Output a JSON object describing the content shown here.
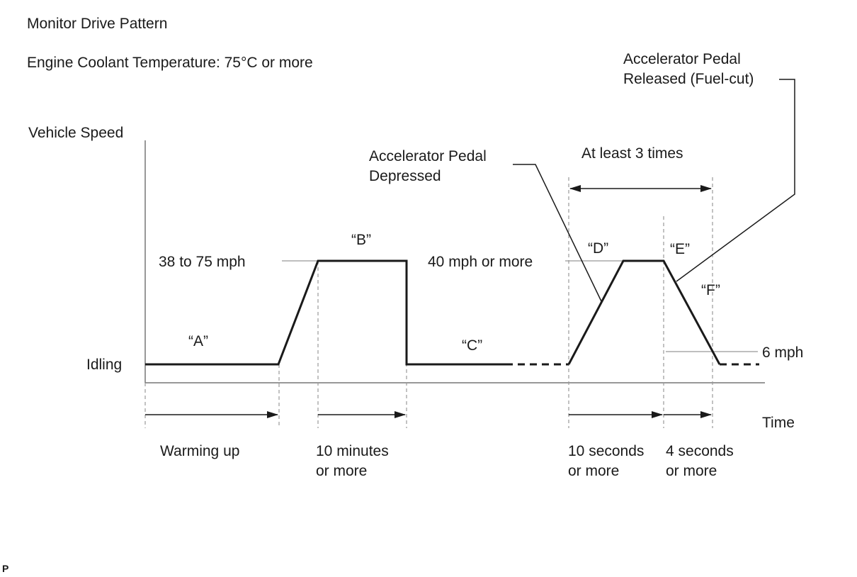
{
  "title": "Monitor Drive Pattern",
  "condition": "Engine Coolant Temperature: 75°C or more",
  "axes": {
    "y_label": "Vehicle Speed",
    "x_label": "Time"
  },
  "speed_levels": {
    "idling": "Idling",
    "b_range": "38 to 75 mph",
    "d_range": "40 mph or more",
    "f_threshold": "6 mph"
  },
  "phases": {
    "a": "“A”",
    "b": "“B”",
    "c": "“C”",
    "d": "“D”",
    "e": "“E”",
    "f": "“F”"
  },
  "annotations": {
    "pedal_depressed": [
      "Accelerator Pedal",
      "Depressed"
    ],
    "pedal_released": [
      "Accelerator Pedal",
      "Released (Fuel-cut)"
    ],
    "repeat": "At least 3 times"
  },
  "durations": {
    "warming": "Warming up",
    "ten_minutes": [
      "10 minutes",
      "or more"
    ],
    "ten_seconds": [
      "10 seconds",
      "or more"
    ],
    "four_seconds": [
      "4 seconds",
      "or more"
    ]
  },
  "corner_mark": "P"
}
